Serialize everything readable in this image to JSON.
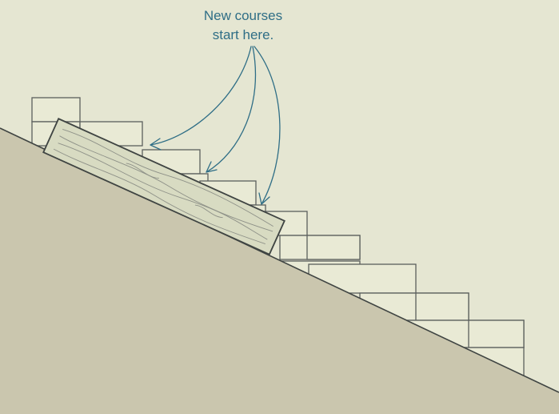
{
  "callout": {
    "line1": "New courses",
    "line2": "start here."
  },
  "colors": {
    "background": "#e5e6d2",
    "ground": "#cac6ae",
    "ground_edge": "#3f4442",
    "brick_fill": "#e9ead5",
    "brick_stroke": "#5b5f5d",
    "board_fill": "#d8dbc2",
    "board_stroke": "#3f4442",
    "grain": "#8e9188",
    "arrow": "#2f6e86",
    "text": "#2f6e86"
  },
  "illustration": {
    "subject": "stepped brick courses on a slope with a tilted board",
    "callout_arrow_count": 3
  }
}
